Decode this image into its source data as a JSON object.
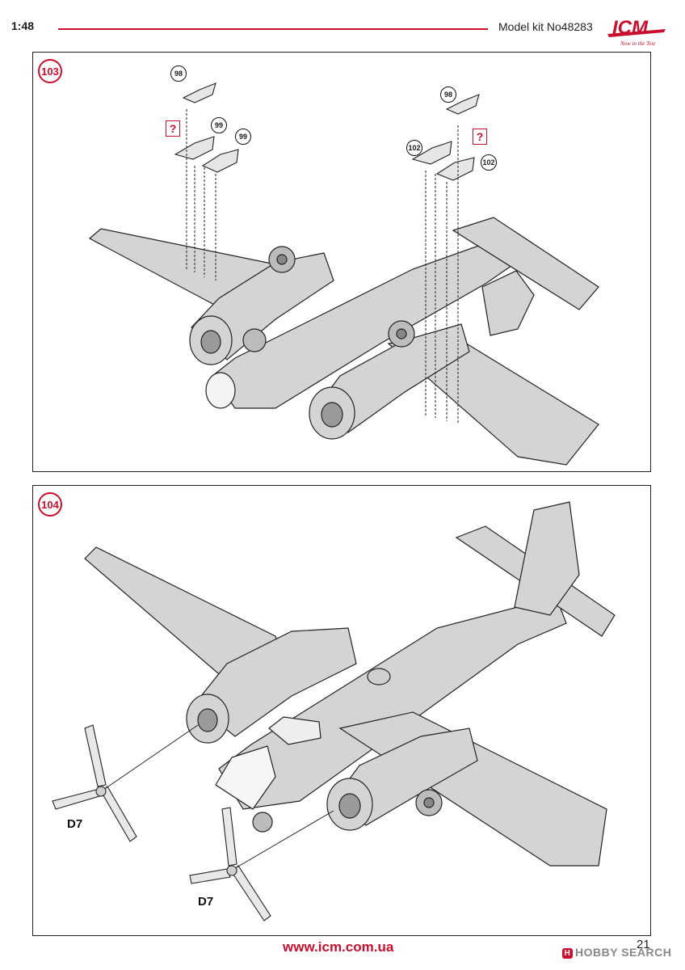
{
  "header": {
    "scale": "1:48",
    "kit_label": "Model kit No48283",
    "brand": "ICM",
    "brand_tagline": "Now in the Test"
  },
  "step103": {
    "number": "103",
    "callouts": [
      "98",
      "99",
      "99",
      "98",
      "102",
      "102"
    ],
    "question_mark": "?"
  },
  "step104": {
    "number": "104",
    "part_labels": [
      "D7",
      "D7"
    ]
  },
  "footer": {
    "url": "www.icm.com.ua",
    "page_number": "21",
    "watermark": "HOBBY SEARCH",
    "watermark_icon": "H"
  },
  "colors": {
    "accent": "#c8102e",
    "line": "#222222",
    "aircraft_fill": "#d4d4d4"
  }
}
